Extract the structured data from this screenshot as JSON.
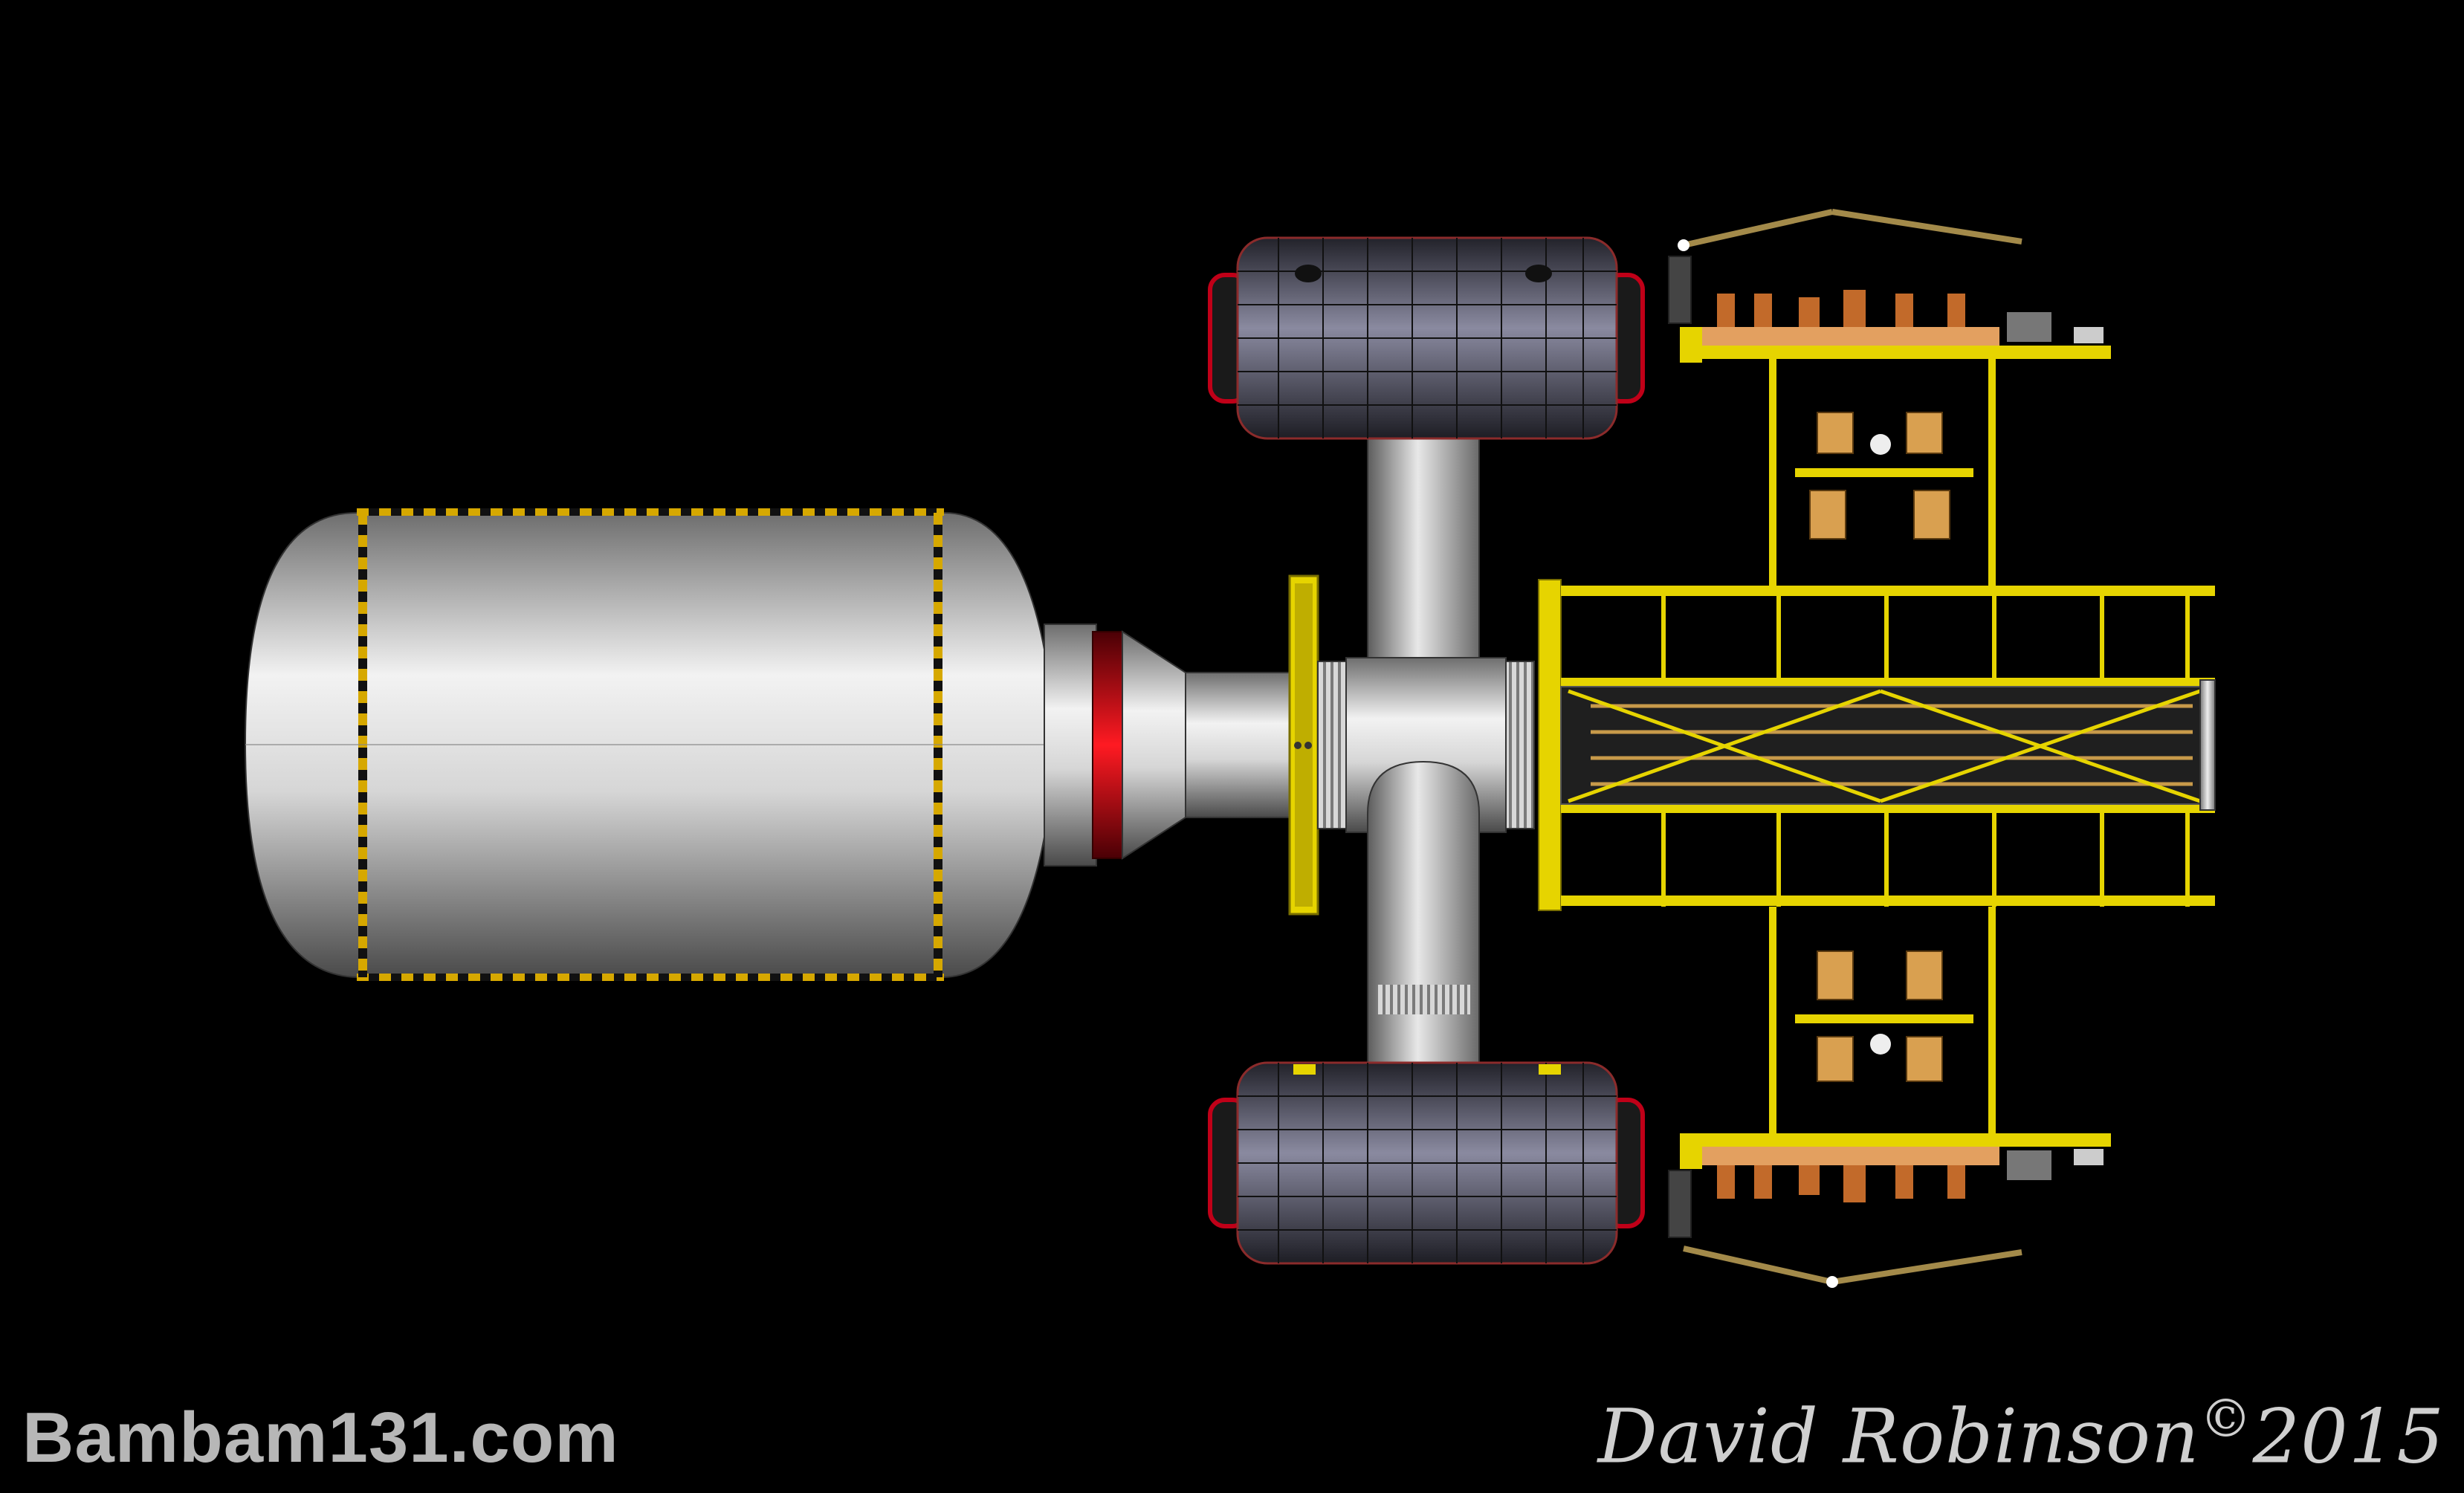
{
  "watermark": {
    "site": "Bambam131.com",
    "author": "David Robinson",
    "copyright_symbol": "©",
    "year": "2015"
  },
  "colors": {
    "background": "#000000",
    "hull": "#dcdcdc",
    "truss": "#e6d400",
    "accent_red": "#cc0010",
    "module_panel": "#6a6a7e",
    "stripe": "#c8a000"
  }
}
